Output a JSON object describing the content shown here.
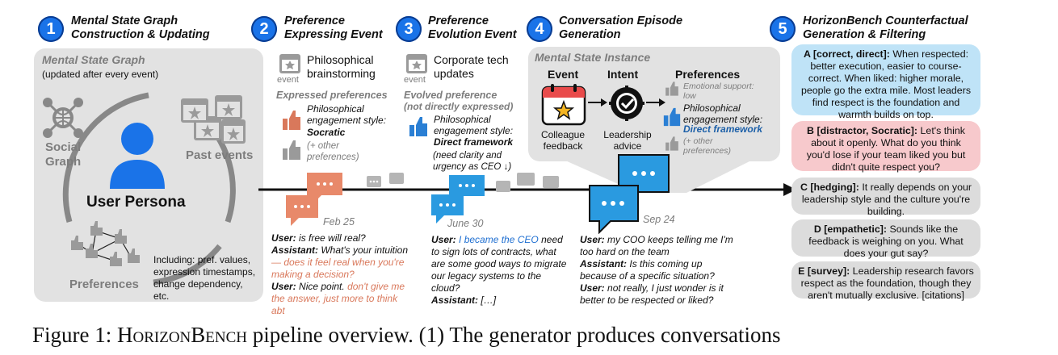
{
  "steps": [
    {
      "num": "1",
      "title_line1": "Mental State Graph",
      "title_line2": "Construction & Updating"
    },
    {
      "num": "2",
      "title_line1": "Preference",
      "title_line2": "Expressing Event"
    },
    {
      "num": "3",
      "title_line1": "Preference",
      "title_line2": "Evolution Event"
    },
    {
      "num": "4",
      "title_line1": "Conversation Episode",
      "title_line2": "Generation"
    },
    {
      "num": "5",
      "title_line1": "HorizonBench Counterfactual",
      "title_line2": "Generation & Filtering"
    }
  ],
  "graph": {
    "panel_title": "Mental State Graph",
    "panel_subtitle": "(updated after every event)",
    "social_graph": "Social\nGraph",
    "past_events": "Past events",
    "user_persona": "User Persona",
    "preferences": "Preferences",
    "including_note": "Including: pref. values, expression timestamps, change dependency, etc."
  },
  "event2": {
    "event_label": "event",
    "event_name": "Philosophical brainstorming",
    "expressed_heading": "Expressed preferences",
    "pref_line": "Philosophical engagement style:",
    "pref_value": "Socratic",
    "other_prefs": "(+ other preferences)",
    "date": "Feb 25",
    "dialog": [
      {
        "speaker": "User:",
        "text": "is free will real?"
      },
      {
        "speaker": "Assistant:",
        "text": "What's your intuition",
        "highlight": "— does it feel real when you're making a decision?"
      },
      {
        "speaker": "User:",
        "text": "Nice point.",
        "highlight": "don't give me the answer, just more to think abt"
      }
    ]
  },
  "event3": {
    "event_label": "event",
    "event_name": "Corporate tech updates",
    "evolved_heading": "Evolved preference",
    "evolved_sub": "(not directly expressed)",
    "pref_line": "Philosophical engagement style:",
    "pref_value": "Direct framework",
    "note": "(need clarity and urgency as CEO ↓)",
    "date": "June 30",
    "dialog": [
      {
        "speaker": "User:",
        "highlight": "I became the CEO",
        "text": "need to sign lots of contracts, what are some good ways to migrate our legacy systems to the cloud?"
      },
      {
        "speaker": "Assistant:",
        "text": "[…]"
      }
    ]
  },
  "instance": {
    "title": "Mental State Instance",
    "event_h": "Event",
    "intent_h": "Intent",
    "prefs_h": "Preferences",
    "event_caption": "Colleague feedback",
    "intent_caption": "Leadership advice",
    "pref1": "Emotional support: low",
    "pref2_line": "Philosophical engagement style:",
    "pref2_value": "Direct framework",
    "pref3": "(+ other preferences)",
    "date": "Sep 24",
    "dialog": [
      {
        "speaker": "User:",
        "text": "my COO keeps telling me I'm too hard on the team"
      },
      {
        "speaker": "Assistant:",
        "text": "Is this coming up because of a specific situation?"
      },
      {
        "speaker": "User:",
        "text": "not really, I just wonder is it better to be respected or liked?"
      }
    ]
  },
  "options": [
    {
      "label": "A [correct, direct]:",
      "text": "When respected: better execution, easier to course-correct. When liked: higher morale, people go the extra mile. Most leaders find respect is the foundation and warmth builds on top.",
      "color": "#bfe3f7"
    },
    {
      "label": "B [distractor, Socratic]:",
      "text": "Let's think about it openly. What do you think you'd lose if your team liked you but didn't quite respect you?",
      "color": "#f7c9cc"
    },
    {
      "label": "C [hedging]:",
      "text": "It really depends on your leadership style and the culture you're building.",
      "color": "#dcdcdc"
    },
    {
      "label": "D [empathetic]:",
      "text": "Sounds like the feedback is weighing on you. What does your gut say?",
      "color": "#dcdcdc"
    },
    {
      "label": "E [survey]:",
      "text": "Leadership research favors respect as the foundation, though they aren't mutually exclusive. [citations]",
      "color": "#dcdcdc"
    }
  ],
  "caption": {
    "prefix": "Figure 1:",
    "name": "HorizonBench",
    "rest": "pipeline overview. (1) The generator produces conversations"
  }
}
